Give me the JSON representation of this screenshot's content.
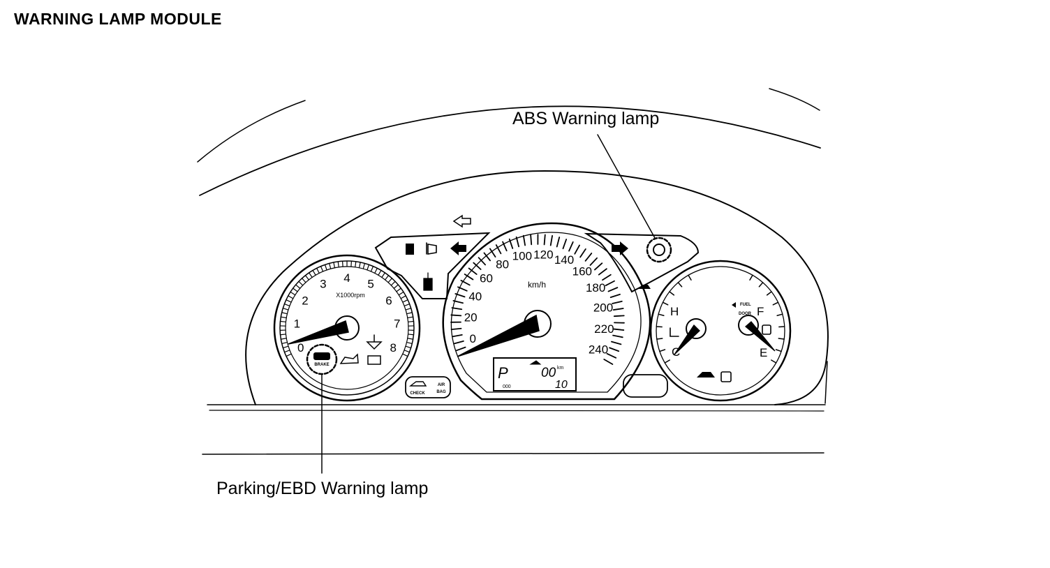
{
  "title": "WARNING LAMP MODULE",
  "callouts": {
    "abs": "ABS Warning lamp",
    "ebd": "Parking/EBD Warning lamp"
  },
  "tachometer": {
    "numbers": [
      "0",
      "1",
      "2",
      "3",
      "4",
      "5",
      "6",
      "7",
      "8"
    ],
    "unit": "X1000rpm"
  },
  "speedometer": {
    "numbers": [
      "0",
      "20",
      "40",
      "60",
      "80",
      "100",
      "120",
      "140",
      "160",
      "180",
      "200",
      "220",
      "240"
    ],
    "unit": "km/h"
  },
  "odometer": {
    "gear": "P",
    "km_value": "00",
    "km_unit": "km",
    "trip": "10",
    "small_digits": "000"
  },
  "temp_gauge": {
    "hot_label": "H",
    "cold_label": "C"
  },
  "fuel_gauge": {
    "full_label": "F",
    "empty_label": "E",
    "door_label_1": "FUEL",
    "door_label_2": "DOOR"
  },
  "lamps": {
    "check_label": "CHECK",
    "airbag_label_1": "AIR",
    "airbag_label_2": "BAG",
    "brake_label": "BRAKE"
  }
}
